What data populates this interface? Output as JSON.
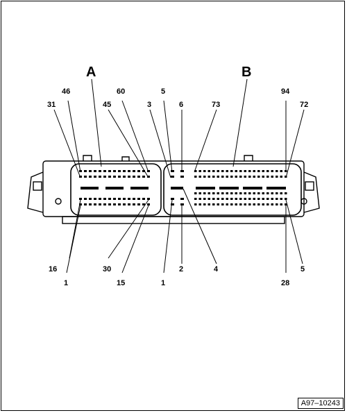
{
  "diagram": {
    "connector_labels": [
      "A",
      "B"
    ],
    "pin_labels_top": [
      "46",
      "31",
      "60",
      "45",
      "3",
      "5",
      "6",
      "73",
      "94",
      "72"
    ],
    "pin_labels_bottom": [
      "16",
      "1",
      "30",
      "15",
      "1",
      "2",
      "4",
      "5",
      "28"
    ],
    "figure_id": "A97–10243"
  }
}
